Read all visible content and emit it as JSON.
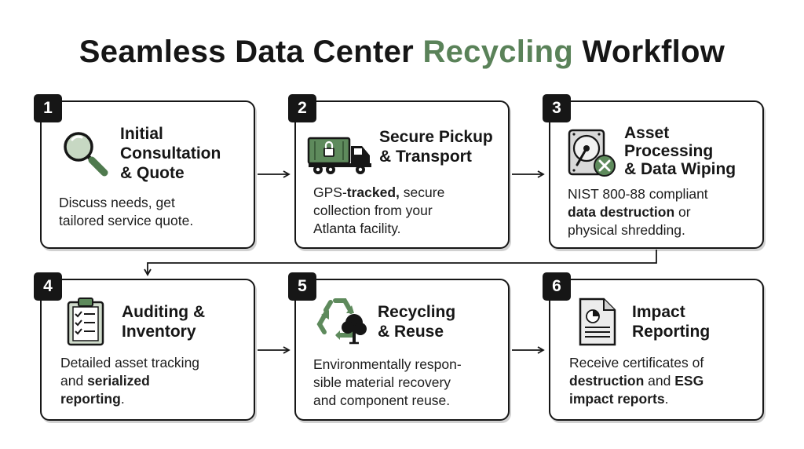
{
  "title": {
    "part1": "Seamless Data Center ",
    "accent": "Recycling",
    "part2": " Workflow"
  },
  "colors": {
    "accent": "#5a8259",
    "ink": "#161616",
    "icon_fill": "#5e8a5c"
  },
  "steps": [
    {
      "number": "1",
      "icon": "magnifying-glass-icon",
      "heading": [
        "Initial",
        "Consultation",
        "& Quote"
      ],
      "desc": [
        [
          {
            "t": "Discuss needs, get"
          }
        ],
        [
          {
            "t": "tailored service quote."
          }
        ]
      ]
    },
    {
      "number": "2",
      "icon": "locked-truck-icon",
      "heading": [
        "Secure Pickup",
        "& Transport"
      ],
      "desc": [
        [
          {
            "t": "GPS-"
          },
          {
            "t": "tracked,",
            "b": true
          },
          {
            "t": " secure"
          }
        ],
        [
          {
            "t": "collection from your"
          }
        ],
        [
          {
            "t": "Atlanta facility."
          }
        ]
      ]
    },
    {
      "number": "3",
      "icon": "hard-drive-wipe-icon",
      "heading": [
        "Asset",
        "Processing",
        "& Data Wiping"
      ],
      "desc": [
        [
          {
            "t": "NIST 800-88 compliant"
          }
        ],
        [
          {
            "t": "data destruction",
            "b": true
          },
          {
            "t": " or"
          }
        ],
        [
          {
            "t": "physical shredding."
          }
        ]
      ]
    },
    {
      "number": "4",
      "icon": "clipboard-checklist-icon",
      "heading": [
        "Auditing &",
        "Inventory"
      ],
      "desc": [
        [
          {
            "t": "Detailed asset tracking"
          }
        ],
        [
          {
            "t": "and "
          },
          {
            "t": "serialized",
            "b": true
          }
        ],
        [
          {
            "t": "reporting",
            "b": true
          },
          {
            "t": "."
          }
        ]
      ]
    },
    {
      "number": "5",
      "icon": "recycle-tree-icon",
      "heading": [
        "Recycling",
        "& Reuse"
      ],
      "desc": [
        [
          {
            "t": "Environmentally respon-"
          }
        ],
        [
          {
            "t": "sible material recovery"
          }
        ],
        [
          {
            "t": "and component reuse."
          }
        ]
      ]
    },
    {
      "number": "6",
      "icon": "report-document-icon",
      "heading": [
        "Impact",
        "Reporting"
      ],
      "desc": [
        [
          {
            "t": "Receive certificates of"
          }
        ],
        [
          {
            "t": "destruction",
            "b": true
          },
          {
            "t": " and "
          },
          {
            "t": "ESG",
            "b": true
          }
        ],
        [
          {
            "t": "impact reports",
            "b": true
          },
          {
            "t": "."
          }
        ]
      ]
    }
  ]
}
